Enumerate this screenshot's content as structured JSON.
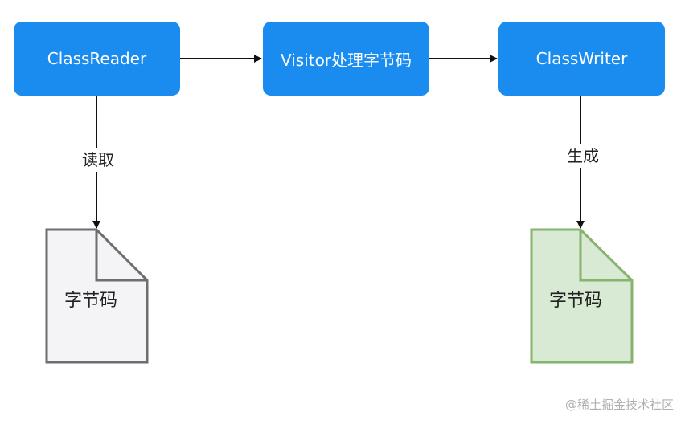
{
  "nodes": {
    "reader": "ClassReader",
    "visitor": "Visitor处理字节码",
    "writer": "ClassWriter"
  },
  "edge_labels": {
    "read": "读取",
    "generate": "生成"
  },
  "documents": {
    "input": "字节码",
    "output": "字节码"
  },
  "watermark": "@稀土掘金技术社区",
  "colors": {
    "node_fill": "#1a8cf0",
    "node_text": "#ffffff",
    "doc_input_fill": "#f4f4f6",
    "doc_input_stroke": "#6e6e70",
    "doc_output_fill": "#d8ead3",
    "doc_output_stroke": "#86b36e",
    "edge": "#111111"
  }
}
